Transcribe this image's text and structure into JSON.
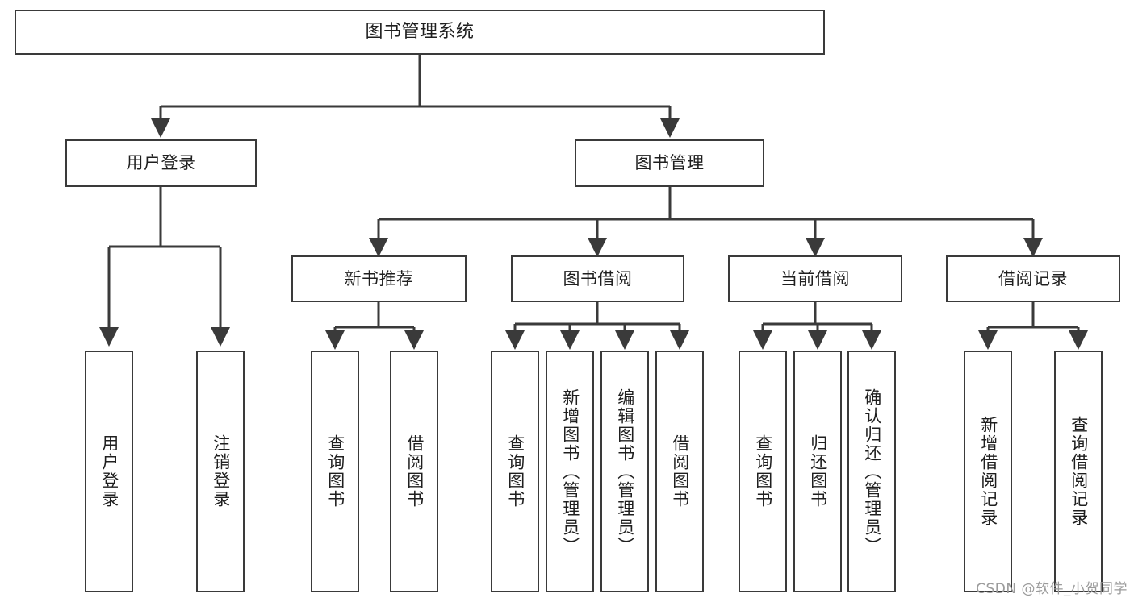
{
  "diagram": {
    "title": "图书管理系统",
    "type": "hierarchy-tree",
    "root": {
      "label": "图书管理系统"
    },
    "level2": [
      {
        "label": "用户登录"
      },
      {
        "label": "图书管理"
      }
    ],
    "level3": [
      {
        "label": "新书推荐"
      },
      {
        "label": "图书借阅"
      },
      {
        "label": "当前借阅"
      },
      {
        "label": "借阅记录"
      }
    ],
    "leaves": {
      "user_login": [
        {
          "label": "用户登录"
        },
        {
          "label": "注销登录"
        }
      ],
      "new_book_recommend": [
        {
          "label": "查询图书"
        },
        {
          "label": "借阅图书"
        }
      ],
      "book_borrow": [
        {
          "label": "查询图书"
        },
        {
          "label": "新增图书（管理员）"
        },
        {
          "label": "编辑图书（管理员）"
        },
        {
          "label": "借阅图书"
        }
      ],
      "current_borrow": [
        {
          "label": "查询图书"
        },
        {
          "label": "归还图书"
        },
        {
          "label": "确认归还（管理员）"
        }
      ],
      "borrow_record": [
        {
          "label": "新增借阅记录"
        },
        {
          "label": "查询借阅记录"
        }
      ]
    },
    "watermark": "CSDN @软件_小贺同学",
    "colors": {
      "stroke": "#3a3a3a",
      "background": "#ffffff",
      "text": "#1f1f1f",
      "watermark": "#9b9b9b"
    }
  }
}
